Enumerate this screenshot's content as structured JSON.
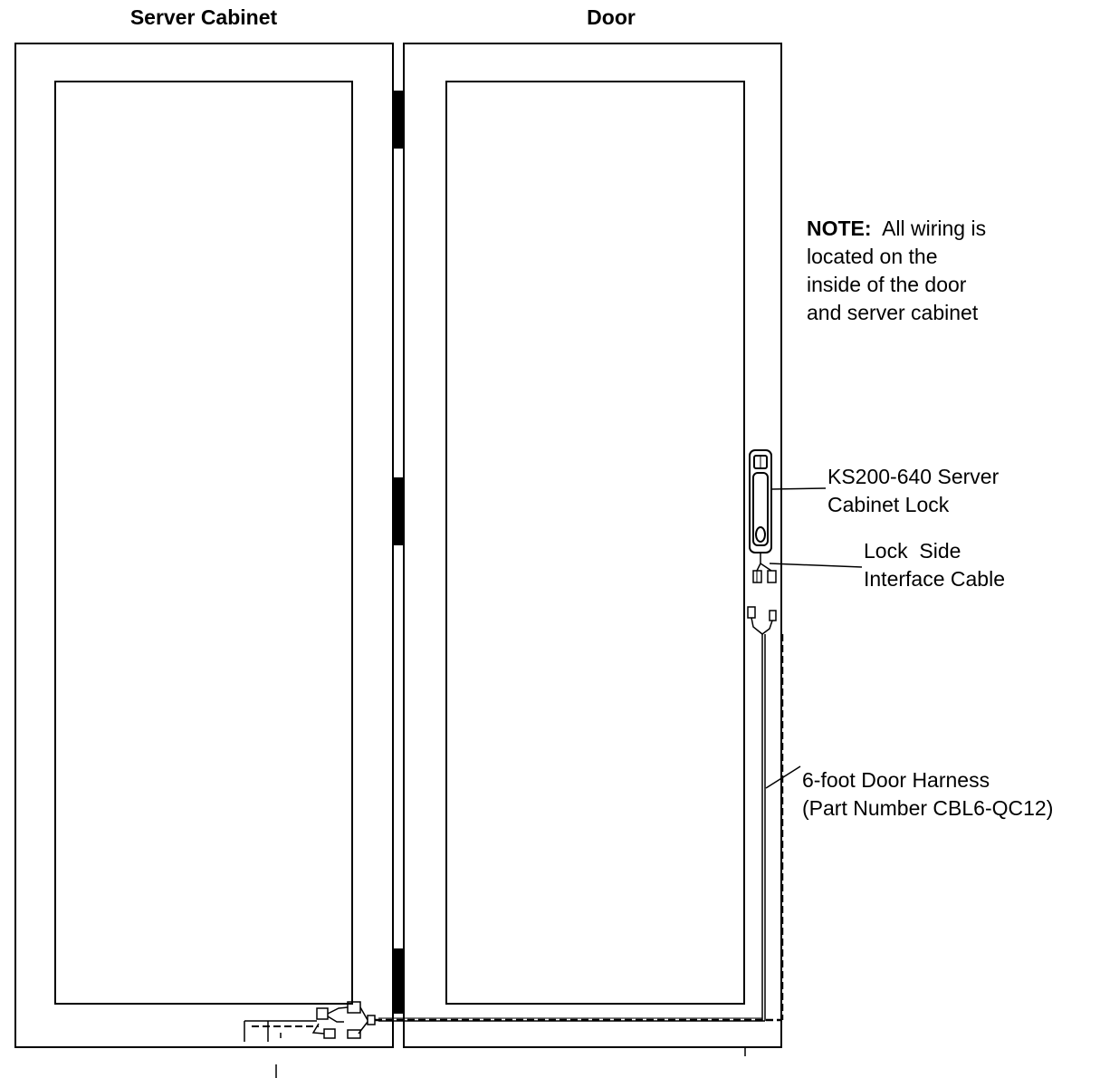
{
  "headings": {
    "server_cabinet": "Server Cabinet",
    "door": "Door"
  },
  "note": {
    "prefix": "NOTE:",
    "lines": [
      "All wiring is",
      "located on the",
      "inside of the door",
      "and server cabinet"
    ]
  },
  "callouts": {
    "lock": [
      "KS200-640 Server",
      "Cabinet Lock"
    ],
    "lock_cable": [
      "Lock  Side",
      "Interface Cable"
    ],
    "door_harness": [
      "6-foot Door Harness",
      "(Part Number CBL6-QC12)"
    ]
  },
  "colors": {
    "line": "#000000",
    "hinge": "#000000",
    "background": "#ffffff"
  }
}
